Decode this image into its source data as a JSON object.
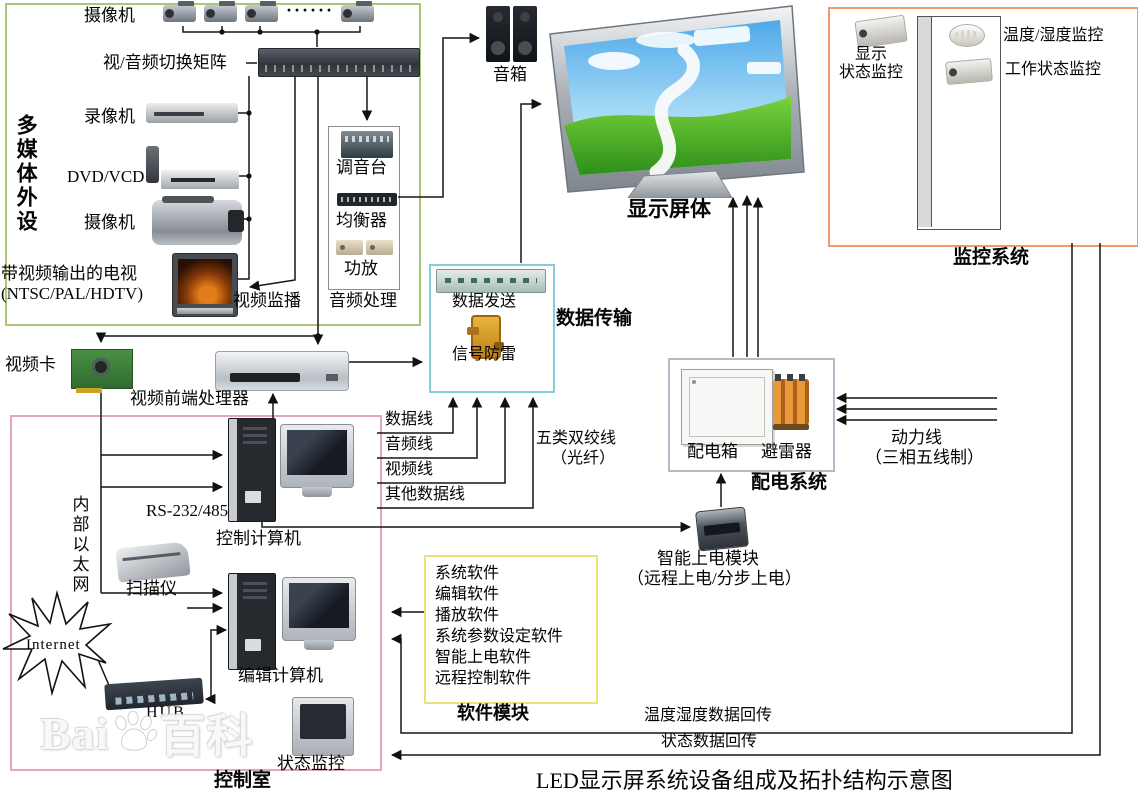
{
  "title": "LED显示屏系统设备组成及拓扑结构示意图",
  "watermark": {
    "prefix": "Bai",
    "suffix": "百科"
  },
  "multimedia": {
    "group_label": "多媒体外设",
    "cameras_label": "摄像机",
    "cameras_dots": "······",
    "matrix_label": "视/音频切换矩阵",
    "vcr_label": "录像机",
    "dvd_label": "DVD/VCD",
    "camcorder_label": "摄像机",
    "tv_label_1": "带视频输出的电视",
    "tv_label_2": "(NTSC/PAL/HDTV)",
    "monitor_feed_label": "视频监播"
  },
  "audio": {
    "mixer": "调音台",
    "equalizer": "均衡器",
    "amplifier": "功放",
    "group_label": "音频处理"
  },
  "speakers_label": "音箱",
  "display_screen_label": "显示屏体",
  "monitoring": {
    "group_label": "监控系统",
    "display_status_1": "显示",
    "display_status_2": "状态监控",
    "temp_humidity": "温度/湿度监控",
    "working_status": "工作状态监控"
  },
  "transmission": {
    "group_label": "数据传输",
    "data_send": "数据发送",
    "surge_protect": "信号防雷"
  },
  "video_card_label": "视频卡",
  "front_processor_label": "视频前端处理器",
  "control_room": {
    "group_label": "控制室",
    "rs232_label": "RS-232/485",
    "control_pc": "控制计算机",
    "edit_pc": "编辑计算机",
    "scanner": "扫描仪",
    "hub": "HUB",
    "status_monitor": "状态监控",
    "internet": "Internet",
    "ethernet_label": "内部以太网"
  },
  "software": {
    "group_label": "软件模块",
    "items": [
      "系统软件",
      "编辑软件",
      "播放软件",
      "系统参数设定软件",
      "智能上电软件",
      "远程控制软件"
    ]
  },
  "power": {
    "group_label": "配电系统",
    "distribution_box": "配电箱",
    "arrester": "避雷器",
    "module_1": "智能上电模块",
    "module_2": "（远程上电/分步上电）"
  },
  "cables": {
    "data": "数据线",
    "audio": "音频线",
    "video": "视频线",
    "other": "其他数据线",
    "cat5_1": "五类双绞线",
    "cat5_2": "（光纤）",
    "power_1": "动力线",
    "power_2": "（三相五线制）",
    "temp_return": "温度湿度数据回传",
    "status_return": "状态数据回传"
  }
}
